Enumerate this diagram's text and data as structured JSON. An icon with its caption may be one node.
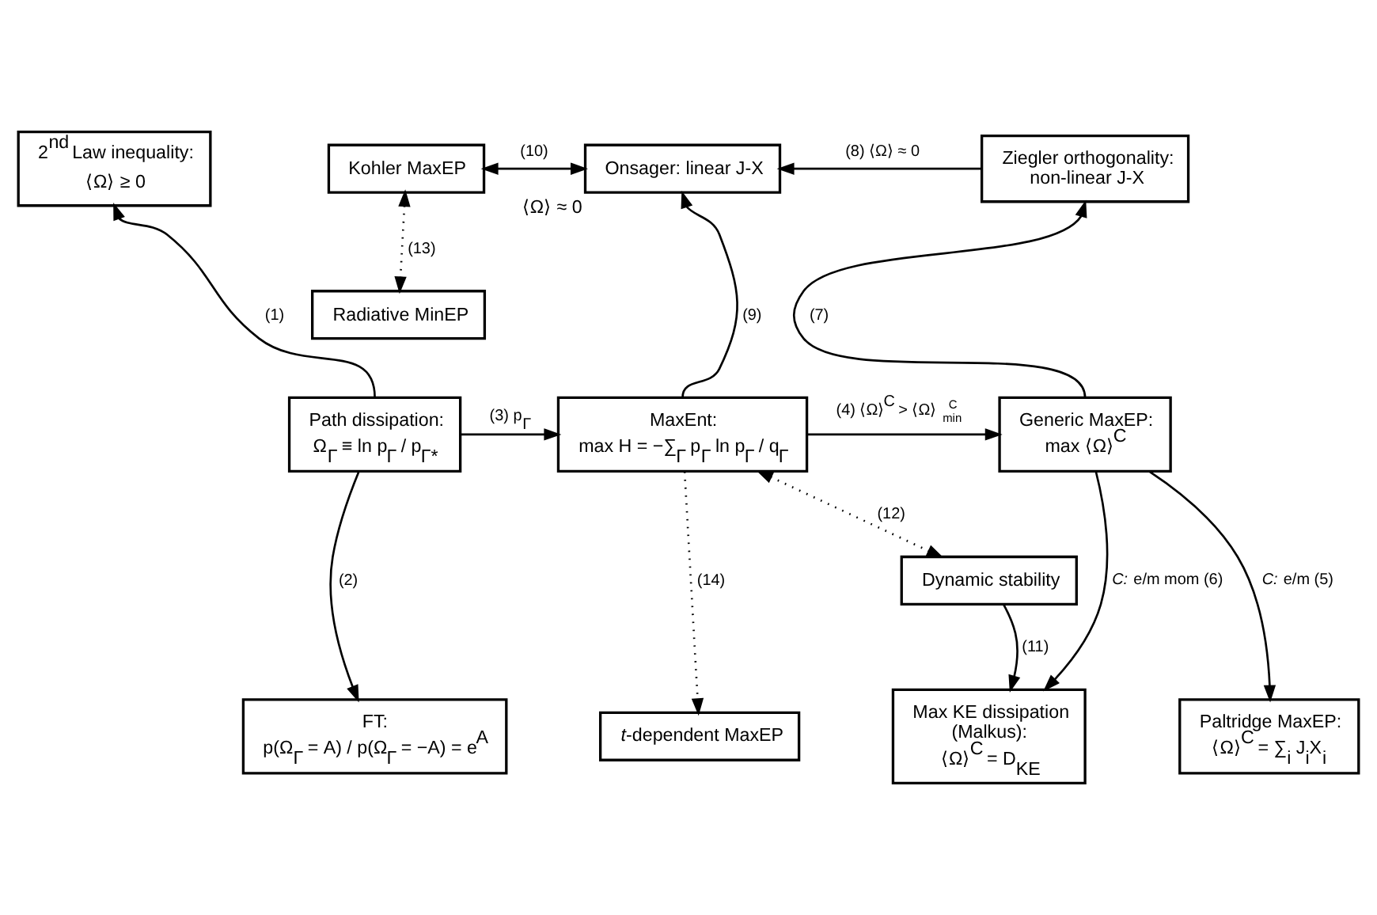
{
  "diagram": {
    "nodes": [
      {
        "text": [
          "2$^{nd}$ Law inequality:",
          "⟨Ω⟩ ≥ 0"
        ]
      },
      {
        "text": [
          "Kohler MaxEP"
        ]
      },
      {
        "text": [
          "Onsager: linear J-X"
        ],
        "beside": [
          "⟨Ω⟩ ≈ 0"
        ]
      },
      {
        "text": [
          "Ziegler orthogonality: non-linear J-X"
        ]
      },
      {
        "text": [
          "Radiative MinEP"
        ]
      },
      {
        "text": [
          "Path dissipation:",
          "Ω$_{Γ}$ ≡ ln p$_{Γ}$ / p$_{Γ*}$"
        ]
      },
      {
        "text": [
          "MaxEnt:",
          "max H = −∑$_{Γ}$ p$_{Γ}$ ln p$_{Γ}$ / q$_{Γ}$"
        ]
      },
      {
        "text": [
          "Generic MaxEP:",
          "max ⟨Ω⟩$^{C}$"
        ]
      },
      {
        "text": [
          "Dynamic stability"
        ]
      },
      {
        "text": [
          "FT:",
          "p(Ω$_{Γ}$ = A) / p(Ω$_{Γ}$ = −A) = e$^{A}$"
        ]
      },
      {
        "text": [
          "*t*-dependent MaxEP"
        ]
      },
      {
        "text": [
          "Max KE dissipation (Malkus):",
          "⟨Ω⟩$^{C}$ = D$_{KE}$"
        ]
      },
      {
        "text": [
          "Paltridge MaxEP:",
          "⟨Ω⟩$^{C}$ = ∑$_{i}$ J$_{i}$X$_{i}$"
        ]
      }
    ],
    "edges": [
      {
        "from": 5,
        "to": 0,
        "arrow": "to",
        "label": "(1)"
      },
      {
        "from": 5,
        "to": 9,
        "arrow": "to",
        "label": "(2)"
      },
      {
        "from": 5,
        "to": 6,
        "arrow": "to",
        "label": "(3) p$_{Γ}$"
      },
      {
        "from": 6,
        "to": 7,
        "arrow": "to",
        "label": "(4) ⟨Ω⟩$^{C}$ > ⟨Ω⟩$^{C}$$_{min}$"
      },
      {
        "from": 7,
        "to": 12,
        "arrow": "to",
        "label": "*C:* e/m (5)"
      },
      {
        "from": 7,
        "to": 11,
        "arrow": "to",
        "label": "*C:* e/m mom (6)"
      },
      {
        "from": 7,
        "to": 3,
        "arrow": "to",
        "label": "(7)"
      },
      {
        "from": 3,
        "to": 2,
        "arrow": "to",
        "label": "(8) ⟨Ω⟩ ≈ 0"
      },
      {
        "from": 6,
        "to": 2,
        "arrow": "to",
        "label": "(9)"
      },
      {
        "from": 1,
        "to": 2,
        "arrow": "both",
        "label": "(10)"
      },
      {
        "from": 8,
        "to": 11,
        "arrow": "to",
        "label": "(11)"
      },
      {
        "from": 6,
        "to": 8,
        "arrow": "both",
        "label": "(12)",
        "style": "dashed"
      },
      {
        "from": 1,
        "to": 4,
        "arrow": "both",
        "label": "(13)",
        "style": "dashed"
      },
      {
        "from": 6,
        "to": 10,
        "arrow": "to",
        "label": "(14)",
        "style": "dashed"
      }
    ]
  }
}
